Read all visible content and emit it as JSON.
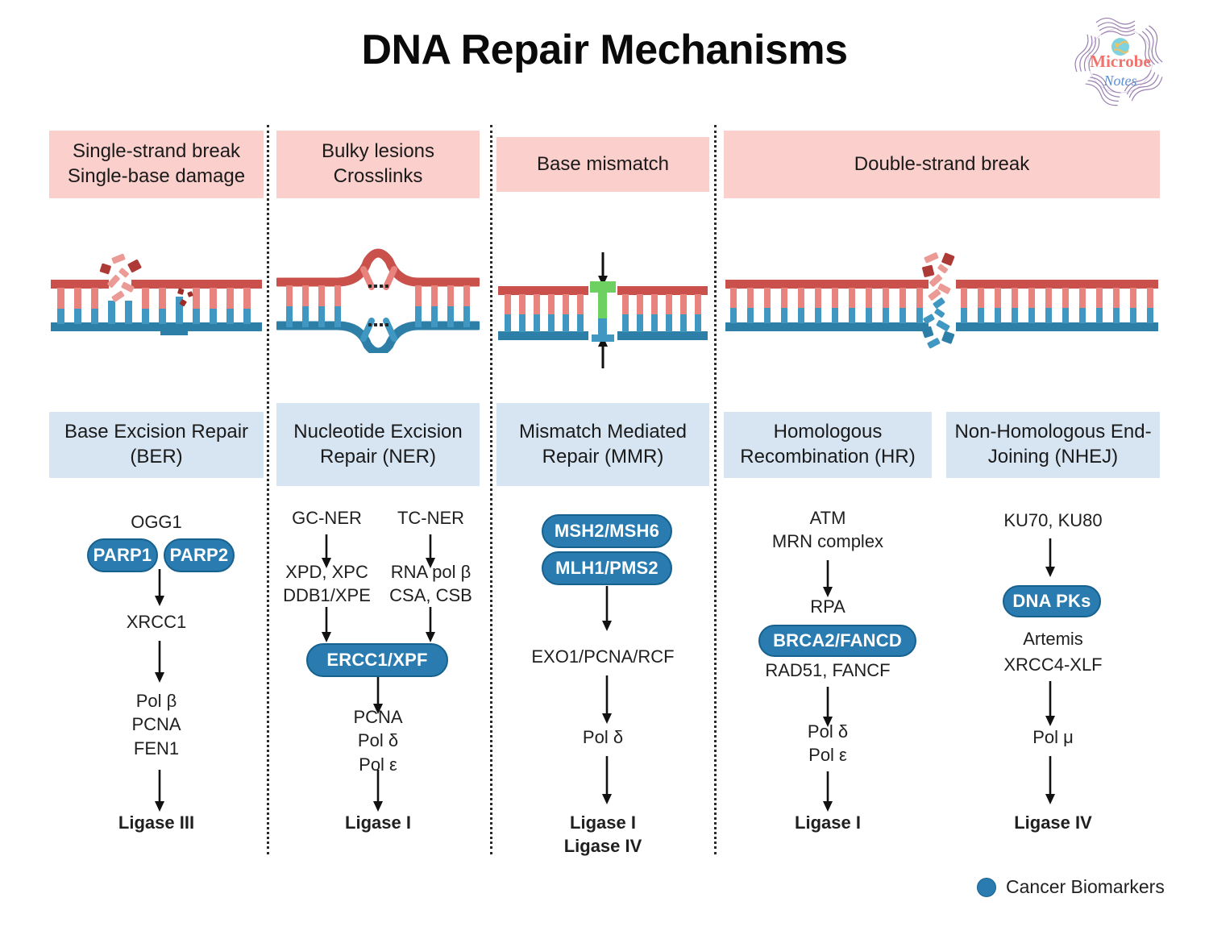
{
  "title": "DNA Repair Mechanisms",
  "logo": {
    "name_top": "Microbe",
    "name_bottom": "Notes",
    "icon": "dna-circle-globe-logo"
  },
  "legend": {
    "label": "Cancer Biomarkers",
    "color": "#2a7cb0",
    "marker": "circle-marker"
  },
  "colors": {
    "damage_header_bg": "#fbcfcb",
    "pathway_header_bg": "#d7e5f3",
    "pill_fill": "#2a7cb0",
    "pill_border": "#17618f",
    "dna_top_strand": "#c9504b",
    "dna_bottom_strand": "#2e7fa8",
    "dna_rung_top": "#e8837e",
    "dna_rung_bottom": "#4ba3cc",
    "mismatch_base": "#6ed060",
    "text": "#1f1f1f"
  },
  "damage_headers": [
    {
      "id": "ssb",
      "lines": "Single-strand break\nSingle-base damage"
    },
    {
      "id": "bulky",
      "lines": "Bulky lesions\nCrosslinks"
    },
    {
      "id": "mismatch",
      "lines": "Base mismatch"
    },
    {
      "id": "dsb",
      "lines": "Double-strand break"
    }
  ],
  "pathway_headers": [
    {
      "id": "ber",
      "lines": "Base Excision\nRepair (BER)"
    },
    {
      "id": "ner",
      "lines": "Nucleotide\nExcision Repair\n(NER)"
    },
    {
      "id": "mmr",
      "lines": "Mismatch\nMediated Repair\n(MMR)"
    },
    {
      "id": "hr",
      "lines": "Homologous\nRecombination (HR)"
    },
    {
      "id": "nhej",
      "lines": "Non-Homologous\nEnd-Joining (NHEJ)"
    }
  ],
  "dna_diagrams": [
    {
      "id": "ssb-dna",
      "type": "single-strand-break-with-fragments"
    },
    {
      "id": "ner-dna",
      "type": "bulky-lesion-bubble"
    },
    {
      "id": "mmr-dna",
      "type": "base-mismatch-with-arrows"
    },
    {
      "id": "dsb-dna",
      "type": "double-strand-break-with-fragments"
    }
  ],
  "pathways": {
    "ber": {
      "steps": [
        {
          "kind": "text",
          "label": "OGG1"
        },
        {
          "kind": "pill",
          "label": "PARP1"
        },
        {
          "kind": "pill",
          "label": "PARP2"
        },
        {
          "kind": "text",
          "label": "XRCC1"
        },
        {
          "kind": "text",
          "label": "Pol β\nPCNA\nFEN1"
        },
        {
          "kind": "text-bold",
          "label": "Ligase III"
        }
      ]
    },
    "ner": {
      "branches": [
        {
          "name": "gc",
          "steps": [
            {
              "kind": "text",
              "label": "GC-NER"
            },
            {
              "kind": "text",
              "label": "XPD, XPC\nDDB1/XPE"
            }
          ]
        },
        {
          "name": "tc",
          "steps": [
            {
              "kind": "text",
              "label": "TC-NER"
            },
            {
              "kind": "text",
              "label": "RNA pol β\nCSA, CSB"
            }
          ]
        }
      ],
      "merged": [
        {
          "kind": "pill",
          "label": "ERCC1/XPF"
        },
        {
          "kind": "text",
          "label": "PCNA\nPol δ\nPol ε"
        },
        {
          "kind": "text-bold",
          "label": "Ligase I"
        }
      ]
    },
    "mmr": {
      "steps": [
        {
          "kind": "pill",
          "label": "MSH2/MSH6"
        },
        {
          "kind": "pill",
          "label": "MLH1/PMS2"
        },
        {
          "kind": "text",
          "label": "EXO1/PCNA/RCF"
        },
        {
          "kind": "text",
          "label": "Pol δ"
        },
        {
          "kind": "text-bold",
          "label": "Ligase I\nLigase IV"
        }
      ]
    },
    "hr": {
      "steps": [
        {
          "kind": "text",
          "label": "ATM\nMRN complex"
        },
        {
          "kind": "text",
          "label": "RPA"
        },
        {
          "kind": "pill",
          "label": "BRCA2/FANCD"
        },
        {
          "kind": "text",
          "label": "RAD51, FANCF"
        },
        {
          "kind": "text",
          "label": "Pol δ\nPol ε"
        },
        {
          "kind": "text-bold",
          "label": "Ligase I"
        }
      ]
    },
    "nhej": {
      "steps": [
        {
          "kind": "text",
          "label": "KU70, KU80"
        },
        {
          "kind": "pill",
          "label": "DNA PKs"
        },
        {
          "kind": "text",
          "label": "Artemis"
        },
        {
          "kind": "text",
          "label": "XRCC4-XLF"
        },
        {
          "kind": "text",
          "label": "Pol μ"
        },
        {
          "kind": "text-bold",
          "label": "Ligase IV"
        }
      ]
    }
  }
}
